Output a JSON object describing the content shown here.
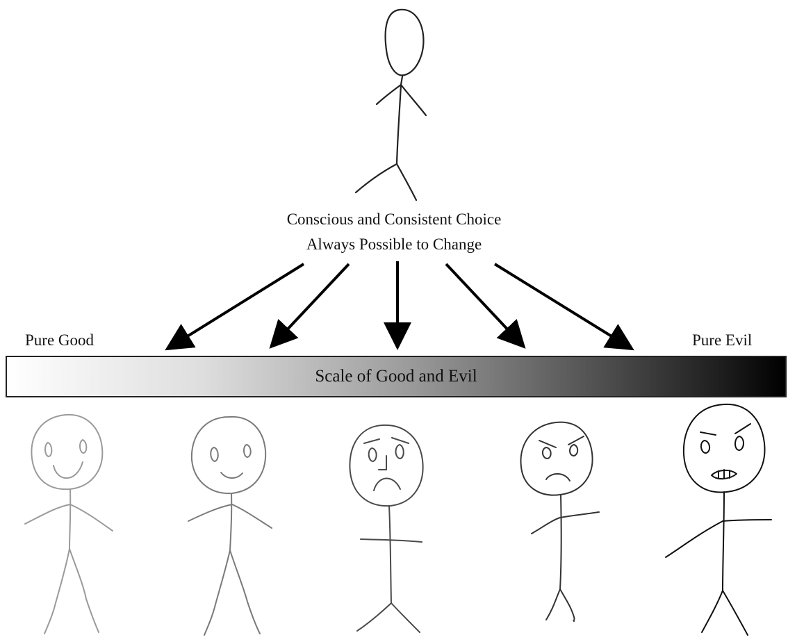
{
  "caption": {
    "line1": "Conscious and Consistent Choice",
    "line2": "Always Possible to Change"
  },
  "scale": {
    "title": "Scale of Good and Evil",
    "left_label": "Pure Good",
    "right_label": "Pure Evil"
  },
  "figures": [
    {
      "id": "chooser",
      "expression": "neutral-blank",
      "tone": "#222222"
    },
    {
      "id": "figure-1",
      "expression": "wide-smile",
      "tone": "#9a9a9a"
    },
    {
      "id": "figure-2",
      "expression": "small-smile",
      "tone": "#7a7a7a"
    },
    {
      "id": "figure-3",
      "expression": "sad-frown",
      "tone": "#4a4a4a"
    },
    {
      "id": "figure-4",
      "expression": "angry-frown",
      "tone": "#333333"
    },
    {
      "id": "figure-5",
      "expression": "angry-teeth",
      "tone": "#111111"
    }
  ],
  "colors": {
    "arrow": "#000000",
    "bar_border": "#222222",
    "gradient_start": "#ffffff",
    "gradient_end": "#000000"
  }
}
